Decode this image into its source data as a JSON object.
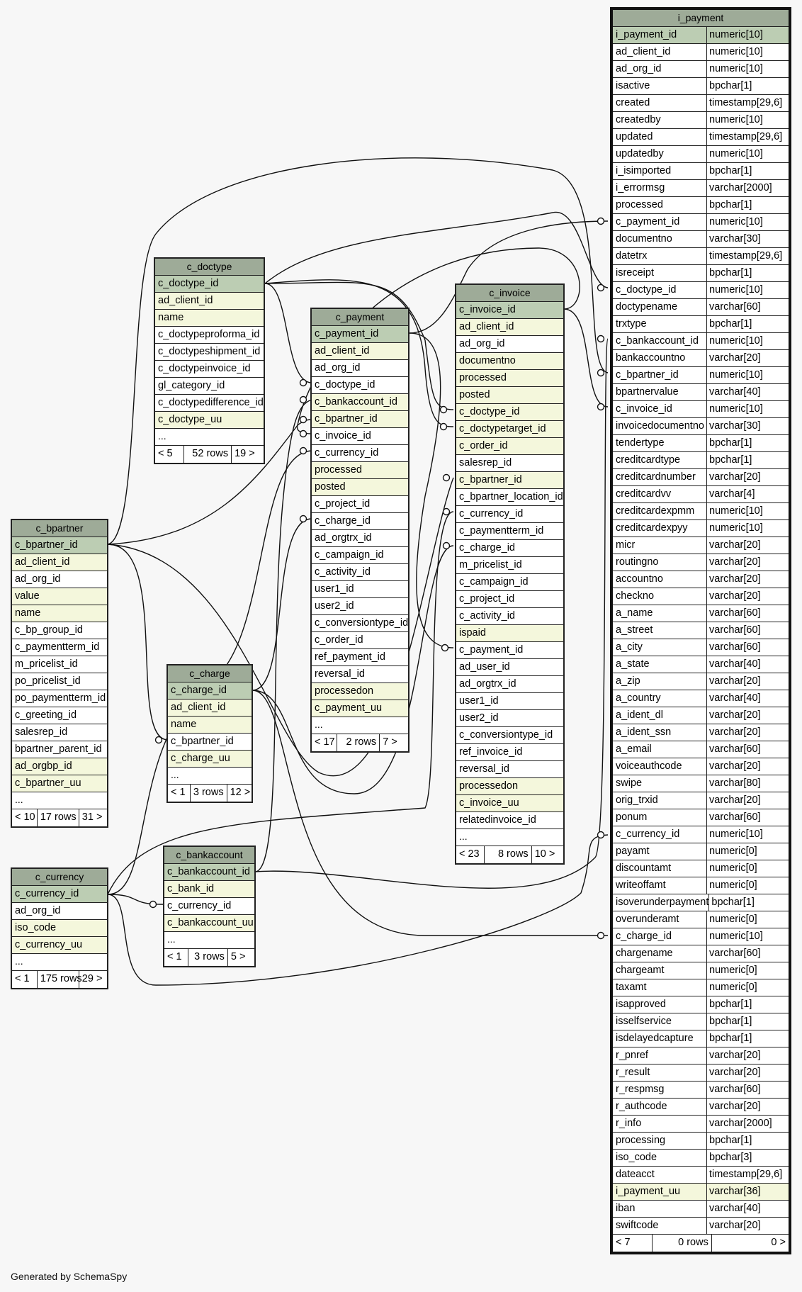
{
  "credit": "Generated by SchemaSpy",
  "tables": {
    "c_doctype": {
      "name": "c_doctype",
      "rows": [
        {
          "t": "pk",
          "n": "c_doctype_id"
        },
        {
          "t": "ix",
          "n": "ad_client_id"
        },
        {
          "t": "ix",
          "n": "name"
        },
        {
          "t": "plain",
          "n": "c_doctypeproforma_id"
        },
        {
          "t": "plain",
          "n": "c_doctypeshipment_id"
        },
        {
          "t": "plain",
          "n": "c_doctypeinvoice_id"
        },
        {
          "t": "plain",
          "n": "gl_category_id"
        },
        {
          "t": "plain",
          "n": "c_doctypedifference_id"
        },
        {
          "t": "ix",
          "n": "c_doctype_uu"
        }
      ],
      "ellipsis": "...",
      "footer": [
        "< 5",
        "52 rows",
        "19 >"
      ]
    },
    "c_payment": {
      "name": "c_payment",
      "rows": [
        {
          "t": "pk",
          "n": "c_payment_id"
        },
        {
          "t": "ix",
          "n": "ad_client_id"
        },
        {
          "t": "plain",
          "n": "ad_org_id"
        },
        {
          "t": "plain",
          "n": "c_doctype_id"
        },
        {
          "t": "ix",
          "n": "c_bankaccount_id"
        },
        {
          "t": "ix",
          "n": "c_bpartner_id"
        },
        {
          "t": "plain",
          "n": "c_invoice_id"
        },
        {
          "t": "plain",
          "n": "c_currency_id"
        },
        {
          "t": "ix",
          "n": "processed"
        },
        {
          "t": "ix",
          "n": "posted"
        },
        {
          "t": "plain",
          "n": "c_project_id"
        },
        {
          "t": "plain",
          "n": "c_charge_id"
        },
        {
          "t": "plain",
          "n": "ad_orgtrx_id"
        },
        {
          "t": "plain",
          "n": "c_campaign_id"
        },
        {
          "t": "plain",
          "n": "c_activity_id"
        },
        {
          "t": "plain",
          "n": "user1_id"
        },
        {
          "t": "plain",
          "n": "user2_id"
        },
        {
          "t": "plain",
          "n": "c_conversiontype_id"
        },
        {
          "t": "plain",
          "n": "c_order_id"
        },
        {
          "t": "plain",
          "n": "ref_payment_id"
        },
        {
          "t": "plain",
          "n": "reversal_id"
        },
        {
          "t": "ix",
          "n": "processedon"
        },
        {
          "t": "ix",
          "n": "c_payment_uu"
        }
      ],
      "ellipsis": "...",
      "footer": [
        "< 17",
        "2 rows",
        "7 >"
      ]
    },
    "c_invoice": {
      "name": "c_invoice",
      "rows": [
        {
          "t": "pk",
          "n": "c_invoice_id"
        },
        {
          "t": "ix",
          "n": "ad_client_id"
        },
        {
          "t": "plain",
          "n": "ad_org_id"
        },
        {
          "t": "ix",
          "n": "documentno"
        },
        {
          "t": "ix",
          "n": "processed"
        },
        {
          "t": "ix",
          "n": "posted"
        },
        {
          "t": "ix",
          "n": "c_doctype_id"
        },
        {
          "t": "ix",
          "n": "c_doctypetarget_id"
        },
        {
          "t": "ix",
          "n": "c_order_id"
        },
        {
          "t": "plain",
          "n": "salesrep_id"
        },
        {
          "t": "ix",
          "n": "c_bpartner_id"
        },
        {
          "t": "plain",
          "n": "c_bpartner_location_id"
        },
        {
          "t": "plain",
          "n": "c_currency_id"
        },
        {
          "t": "plain",
          "n": "c_paymentterm_id"
        },
        {
          "t": "plain",
          "n": "c_charge_id"
        },
        {
          "t": "plain",
          "n": "m_pricelist_id"
        },
        {
          "t": "plain",
          "n": "c_campaign_id"
        },
        {
          "t": "plain",
          "n": "c_project_id"
        },
        {
          "t": "plain",
          "n": "c_activity_id"
        },
        {
          "t": "ix",
          "n": "ispaid"
        },
        {
          "t": "plain",
          "n": "c_payment_id"
        },
        {
          "t": "plain",
          "n": "ad_user_id"
        },
        {
          "t": "plain",
          "n": "ad_orgtrx_id"
        },
        {
          "t": "plain",
          "n": "user1_id"
        },
        {
          "t": "plain",
          "n": "user2_id"
        },
        {
          "t": "plain",
          "n": "c_conversiontype_id"
        },
        {
          "t": "plain",
          "n": "ref_invoice_id"
        },
        {
          "t": "plain",
          "n": "reversal_id"
        },
        {
          "t": "ix",
          "n": "processedon"
        },
        {
          "t": "ix",
          "n": "c_invoice_uu"
        },
        {
          "t": "plain",
          "n": "relatedinvoice_id"
        }
      ],
      "ellipsis": "...",
      "footer": [
        "< 23",
        "8 rows",
        "10 >"
      ]
    },
    "c_bpartner": {
      "name": "c_bpartner",
      "rows": [
        {
          "t": "pk",
          "n": "c_bpartner_id"
        },
        {
          "t": "ix",
          "n": "ad_client_id"
        },
        {
          "t": "plain",
          "n": "ad_org_id"
        },
        {
          "t": "ix",
          "n": "value"
        },
        {
          "t": "ix",
          "n": "name"
        },
        {
          "t": "plain",
          "n": "c_bp_group_id"
        },
        {
          "t": "plain",
          "n": "c_paymentterm_id"
        },
        {
          "t": "plain",
          "n": "m_pricelist_id"
        },
        {
          "t": "plain",
          "n": "po_pricelist_id"
        },
        {
          "t": "plain",
          "n": "po_paymentterm_id"
        },
        {
          "t": "plain",
          "n": "c_greeting_id"
        },
        {
          "t": "plain",
          "n": "salesrep_id"
        },
        {
          "t": "plain",
          "n": "bpartner_parent_id"
        },
        {
          "t": "ix",
          "n": "ad_orgbp_id"
        },
        {
          "t": "ix",
          "n": "c_bpartner_uu"
        }
      ],
      "ellipsis": "...",
      "footer": [
        "< 10",
        "17 rows",
        "31 >"
      ]
    },
    "c_charge": {
      "name": "c_charge",
      "rows": [
        {
          "t": "pk",
          "n": "c_charge_id"
        },
        {
          "t": "ix",
          "n": "ad_client_id"
        },
        {
          "t": "ix",
          "n": "name"
        },
        {
          "t": "plain",
          "n": "c_bpartner_id"
        },
        {
          "t": "ix",
          "n": "c_charge_uu"
        }
      ],
      "ellipsis": "...",
      "footer": [
        "< 1",
        "3 rows",
        "12 >"
      ]
    },
    "c_bankaccount": {
      "name": "c_bankaccount",
      "rows": [
        {
          "t": "pk",
          "n": "c_bankaccount_id"
        },
        {
          "t": "ix",
          "n": "c_bank_id"
        },
        {
          "t": "plain",
          "n": "c_currency_id"
        },
        {
          "t": "ix",
          "n": "c_bankaccount_uu"
        }
      ],
      "ellipsis": "...",
      "footer": [
        "< 1",
        "3 rows",
        "5 >"
      ]
    },
    "c_currency": {
      "name": "c_currency",
      "rows": [
        {
          "t": "pk",
          "n": "c_currency_id"
        },
        {
          "t": "plain",
          "n": "ad_org_id"
        },
        {
          "t": "ix",
          "n": "iso_code"
        },
        {
          "t": "ix",
          "n": "c_currency_uu"
        }
      ],
      "ellipsis": "...",
      "footer": [
        "< 1",
        "175 rows",
        "29 >"
      ]
    },
    "i_payment": {
      "name": "i_payment",
      "rows": [
        {
          "t": "pk",
          "n": "i_payment_id",
          "ty": "numeric[10]"
        },
        {
          "t": "plain",
          "n": "ad_client_id",
          "ty": "numeric[10]"
        },
        {
          "t": "plain",
          "n": "ad_org_id",
          "ty": "numeric[10]"
        },
        {
          "t": "plain",
          "n": "isactive",
          "ty": "bpchar[1]"
        },
        {
          "t": "plain",
          "n": "created",
          "ty": "timestamp[29,6]"
        },
        {
          "t": "plain",
          "n": "createdby",
          "ty": "numeric[10]"
        },
        {
          "t": "plain",
          "n": "updated",
          "ty": "timestamp[29,6]"
        },
        {
          "t": "plain",
          "n": "updatedby",
          "ty": "numeric[10]"
        },
        {
          "t": "plain",
          "n": "i_isimported",
          "ty": "bpchar[1]"
        },
        {
          "t": "plain",
          "n": "i_errormsg",
          "ty": "varchar[2000]"
        },
        {
          "t": "plain",
          "n": "processed",
          "ty": "bpchar[1]"
        },
        {
          "t": "plain",
          "n": "c_payment_id",
          "ty": "numeric[10]"
        },
        {
          "t": "plain",
          "n": "documentno",
          "ty": "varchar[30]"
        },
        {
          "t": "plain",
          "n": "datetrx",
          "ty": "timestamp[29,6]"
        },
        {
          "t": "plain",
          "n": "isreceipt",
          "ty": "bpchar[1]"
        },
        {
          "t": "plain",
          "n": "c_doctype_id",
          "ty": "numeric[10]"
        },
        {
          "t": "plain",
          "n": "doctypename",
          "ty": "varchar[60]"
        },
        {
          "t": "plain",
          "n": "trxtype",
          "ty": "bpchar[1]"
        },
        {
          "t": "plain",
          "n": "c_bankaccount_id",
          "ty": "numeric[10]"
        },
        {
          "t": "plain",
          "n": "bankaccountno",
          "ty": "varchar[20]"
        },
        {
          "t": "plain",
          "n": "c_bpartner_id",
          "ty": "numeric[10]"
        },
        {
          "t": "plain",
          "n": "bpartnervalue",
          "ty": "varchar[40]"
        },
        {
          "t": "plain",
          "n": "c_invoice_id",
          "ty": "numeric[10]"
        },
        {
          "t": "plain",
          "n": "invoicedocumentno",
          "ty": "varchar[30]"
        },
        {
          "t": "plain",
          "n": "tendertype",
          "ty": "bpchar[1]"
        },
        {
          "t": "plain",
          "n": "creditcardtype",
          "ty": "bpchar[1]"
        },
        {
          "t": "plain",
          "n": "creditcardnumber",
          "ty": "varchar[20]"
        },
        {
          "t": "plain",
          "n": "creditcardvv",
          "ty": "varchar[4]"
        },
        {
          "t": "plain",
          "n": "creditcardexpmm",
          "ty": "numeric[10]"
        },
        {
          "t": "plain",
          "n": "creditcardexpyy",
          "ty": "numeric[10]"
        },
        {
          "t": "plain",
          "n": "micr",
          "ty": "varchar[20]"
        },
        {
          "t": "plain",
          "n": "routingno",
          "ty": "varchar[20]"
        },
        {
          "t": "plain",
          "n": "accountno",
          "ty": "varchar[20]"
        },
        {
          "t": "plain",
          "n": "checkno",
          "ty": "varchar[20]"
        },
        {
          "t": "plain",
          "n": "a_name",
          "ty": "varchar[60]"
        },
        {
          "t": "plain",
          "n": "a_street",
          "ty": "varchar[60]"
        },
        {
          "t": "plain",
          "n": "a_city",
          "ty": "varchar[60]"
        },
        {
          "t": "plain",
          "n": "a_state",
          "ty": "varchar[40]"
        },
        {
          "t": "plain",
          "n": "a_zip",
          "ty": "varchar[20]"
        },
        {
          "t": "plain",
          "n": "a_country",
          "ty": "varchar[40]"
        },
        {
          "t": "plain",
          "n": "a_ident_dl",
          "ty": "varchar[20]"
        },
        {
          "t": "plain",
          "n": "a_ident_ssn",
          "ty": "varchar[20]"
        },
        {
          "t": "plain",
          "n": "a_email",
          "ty": "varchar[60]"
        },
        {
          "t": "plain",
          "n": "voiceauthcode",
          "ty": "varchar[20]"
        },
        {
          "t": "plain",
          "n": "swipe",
          "ty": "varchar[80]"
        },
        {
          "t": "plain",
          "n": "orig_trxid",
          "ty": "varchar[20]"
        },
        {
          "t": "plain",
          "n": "ponum",
          "ty": "varchar[60]"
        },
        {
          "t": "plain",
          "n": "c_currency_id",
          "ty": "numeric[10]"
        },
        {
          "t": "plain",
          "n": "payamt",
          "ty": "numeric[0]"
        },
        {
          "t": "plain",
          "n": "discountamt",
          "ty": "numeric[0]"
        },
        {
          "t": "plain",
          "n": "writeoffamt",
          "ty": "numeric[0]"
        },
        {
          "t": "plain",
          "n": "isoverunderpayment",
          "ty": "bpchar[1]"
        },
        {
          "t": "plain",
          "n": "overunderamt",
          "ty": "numeric[0]"
        },
        {
          "t": "plain",
          "n": "c_charge_id",
          "ty": "numeric[10]"
        },
        {
          "t": "plain",
          "n": "chargename",
          "ty": "varchar[60]"
        },
        {
          "t": "plain",
          "n": "chargeamt",
          "ty": "numeric[0]"
        },
        {
          "t": "plain",
          "n": "taxamt",
          "ty": "numeric[0]"
        },
        {
          "t": "plain",
          "n": "isapproved",
          "ty": "bpchar[1]"
        },
        {
          "t": "plain",
          "n": "isselfservice",
          "ty": "bpchar[1]"
        },
        {
          "t": "plain",
          "n": "isdelayedcapture",
          "ty": "bpchar[1]"
        },
        {
          "t": "plain",
          "n": "r_pnref",
          "ty": "varchar[20]"
        },
        {
          "t": "plain",
          "n": "r_result",
          "ty": "varchar[20]"
        },
        {
          "t": "plain",
          "n": "r_respmsg",
          "ty": "varchar[60]"
        },
        {
          "t": "plain",
          "n": "r_authcode",
          "ty": "varchar[20]"
        },
        {
          "t": "plain",
          "n": "r_info",
          "ty": "varchar[2000]"
        },
        {
          "t": "plain",
          "n": "processing",
          "ty": "bpchar[1]"
        },
        {
          "t": "plain",
          "n": "iso_code",
          "ty": "bpchar[3]"
        },
        {
          "t": "plain",
          "n": "dateacct",
          "ty": "timestamp[29,6]"
        },
        {
          "t": "ix",
          "n": "i_payment_uu",
          "ty": "varchar[36]"
        },
        {
          "t": "plain",
          "n": "iban",
          "ty": "varchar[40]"
        },
        {
          "t": "plain",
          "n": "swiftcode",
          "ty": "varchar[20]"
        }
      ],
      "footer": [
        "< 7",
        "0 rows",
        "0 >"
      ]
    }
  }
}
